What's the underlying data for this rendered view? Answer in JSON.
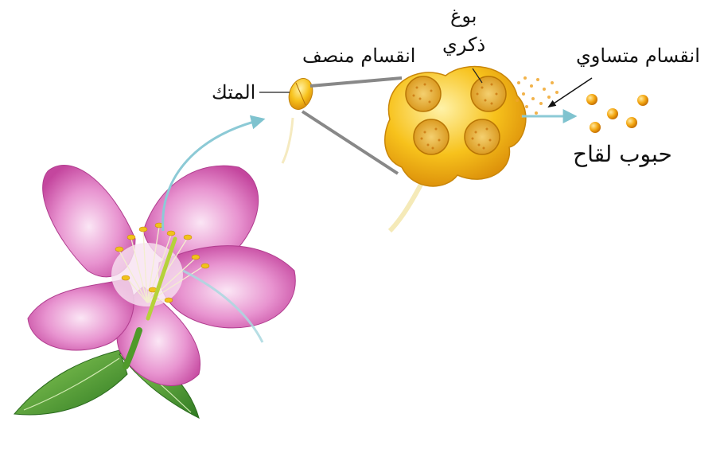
{
  "labels": {
    "anther": "المتك",
    "meiosis": "انقسام منصف",
    "microspore_line1": "بوغ",
    "microspore_line2": "ذكري",
    "mitosis": "انقسام متساوي",
    "pollen_grains": "حبوب لقاح"
  },
  "colors": {
    "petal": "#e07cc4",
    "petal_light": "#f6d6ee",
    "anther": "#f2b413",
    "pollen": "#f2a012",
    "arrow": "#7fc3cf",
    "leaf": "#3e8c2c"
  }
}
